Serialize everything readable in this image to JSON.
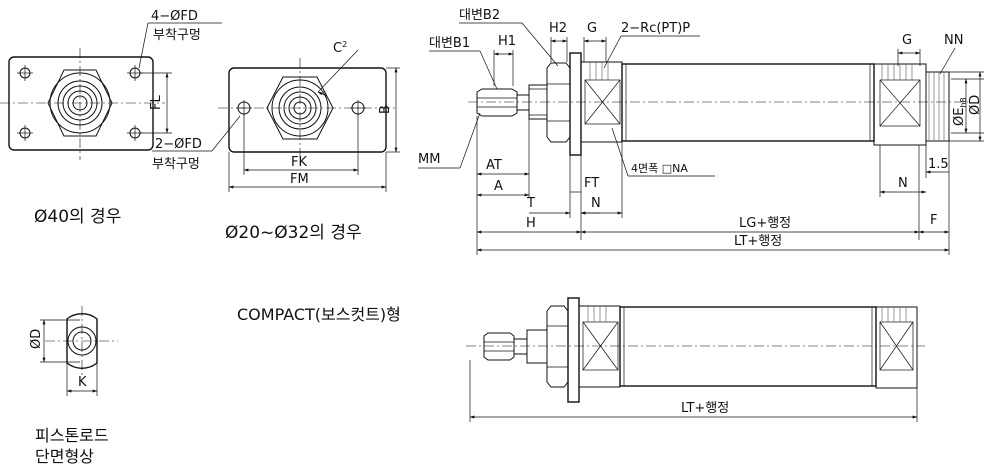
{
  "labels": {
    "fd_top": "4−ØFD",
    "hole_top": "부착구멍",
    "c2": "C",
    "fl": "FL",
    "b": "B",
    "fk": "FK",
    "fm": "FM",
    "fd_bottom": "2−ØFD",
    "hole_bottom": "부착구멍",
    "case40": "Ø40의 경우",
    "case20": "Ø20~Ø32의 경우",
    "b2": "대변B2",
    "b1": "대변B1",
    "h1": "H1",
    "h2": "H2",
    "g_left": "G",
    "port": "2−Rc(PT)P",
    "g_right": "G",
    "nn": "NN",
    "mm": "MM",
    "at": "AT",
    "a": "A",
    "t": "T",
    "ft": "FT",
    "n_left": "N",
    "na": "4면폭 □NA",
    "n_right": "N",
    "one_five": "1.5",
    "e_h8": "ØE",
    "e_sub": "h8",
    "d_main": "ØD",
    "h": "H",
    "lg": "LG+행정",
    "f": "F",
    "lt": "LT+행정",
    "compact_title": "COMPACT(보스컷트)형",
    "lt_compact": "LT+행정",
    "d_rod": "ØD",
    "k": "K",
    "rod_title_1": "피스톤로드",
    "rod_title_2": "단면형상"
  }
}
